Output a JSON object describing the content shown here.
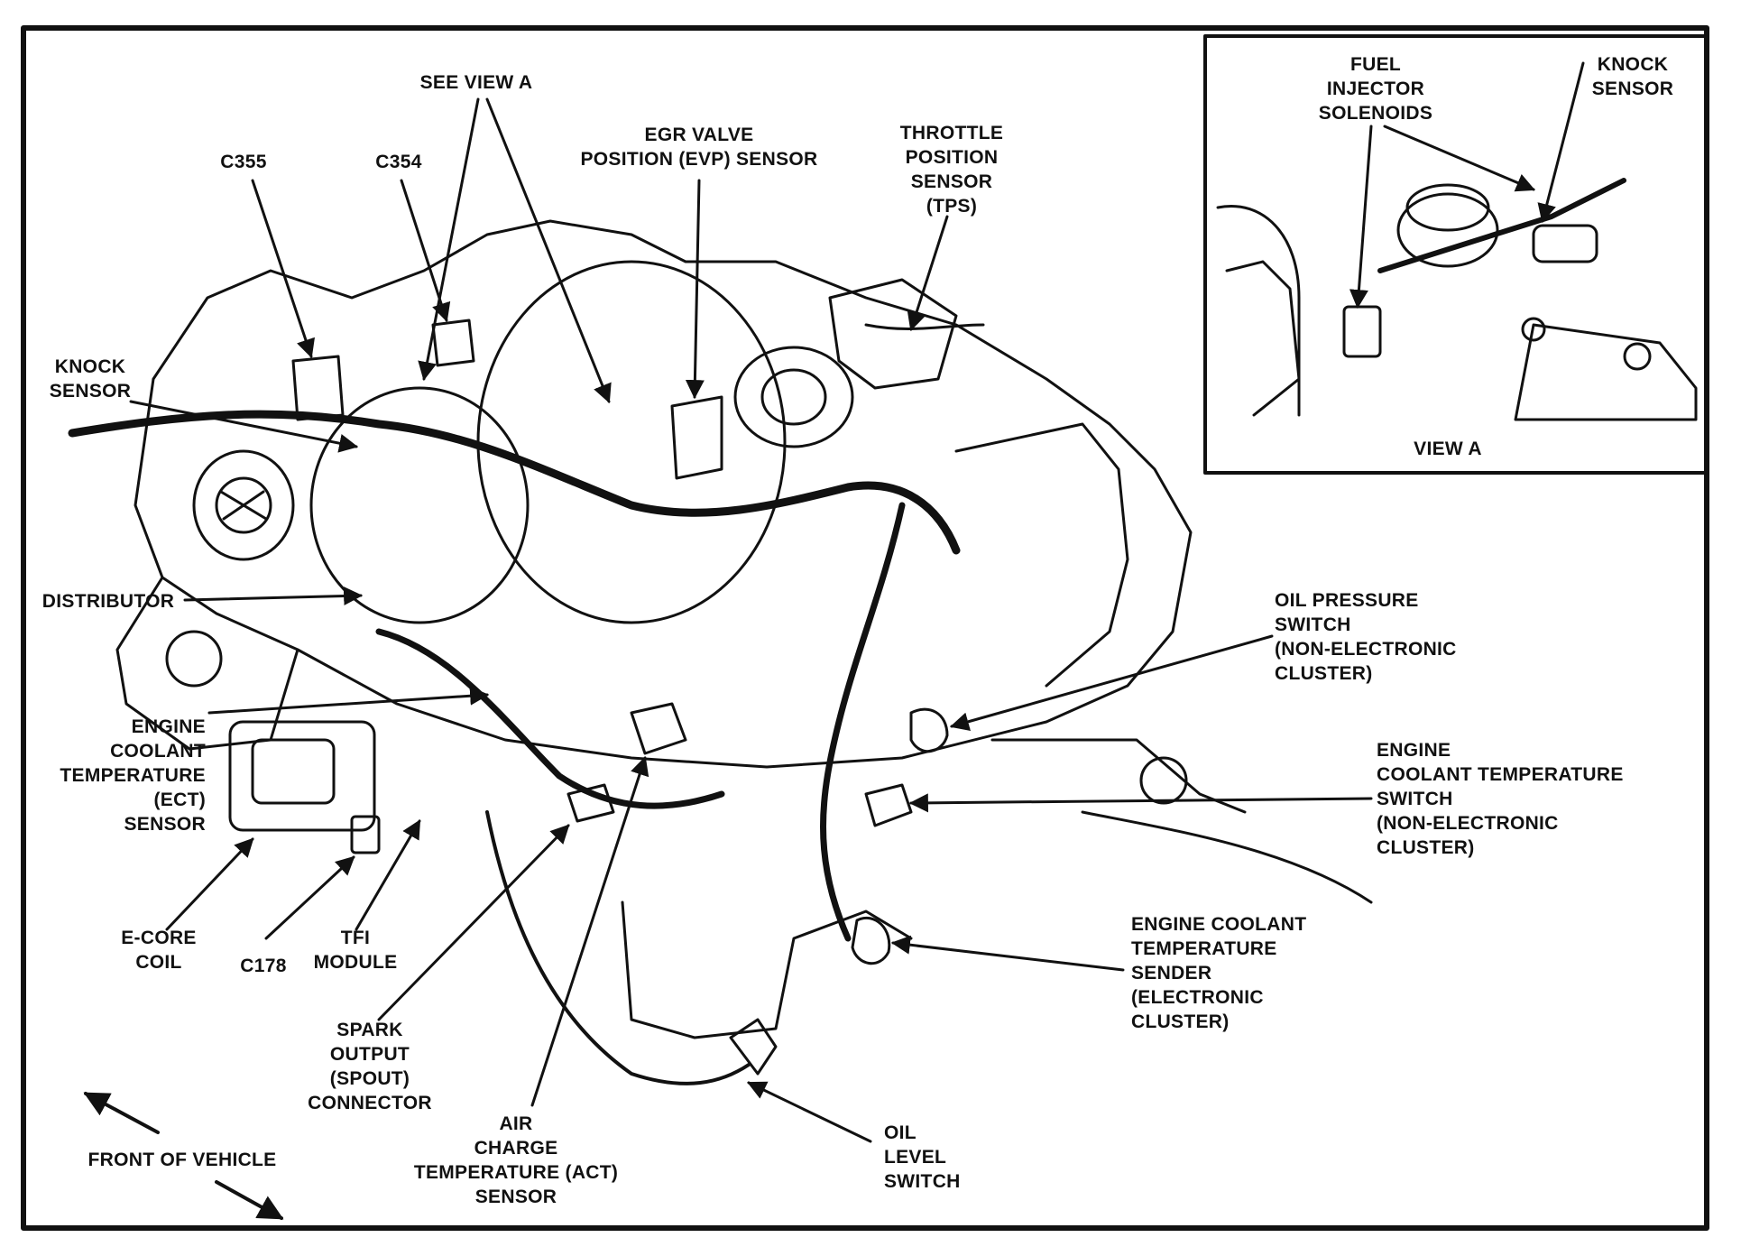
{
  "labels": {
    "see_view_a": [
      "SEE VIEW A"
    ],
    "c355": [
      "C355"
    ],
    "c354": [
      "C354"
    ],
    "evp_sensor": [
      "EGR VALVE",
      "POSITION (EVP) SENSOR"
    ],
    "tps": [
      "THROTTLE",
      "POSITION",
      "SENSOR",
      "(TPS)"
    ],
    "knock_sensor_main": [
      "KNOCK",
      "SENSOR"
    ],
    "distributor": [
      "DISTRIBUTOR"
    ],
    "ect_sensor": [
      "ENGINE",
      "COOLANT",
      "TEMPERATURE",
      "(ECT)",
      "SENSOR"
    ],
    "ecore_coil": [
      "E-CORE",
      "COIL"
    ],
    "c178": [
      "C178"
    ],
    "tfi_module": [
      "TFI",
      "MODULE"
    ],
    "spout_connector": [
      "SPARK",
      "OUTPUT",
      "(SPOUT)",
      "CONNECTOR"
    ],
    "act_sensor": [
      "AIR",
      "CHARGE",
      "TEMPERATURE (ACT)",
      "SENSOR"
    ],
    "oil_level_switch": [
      "OIL",
      "LEVEL",
      "SWITCH"
    ],
    "coolant_temp_sender": [
      "ENGINE COOLANT",
      "TEMPERATURE",
      "SENDER",
      "(ELECTRONIC",
      "CLUSTER)"
    ],
    "coolant_temp_switch": [
      "ENGINE",
      "COOLANT TEMPERATURE",
      "SWITCH",
      "(NON-ELECTRONIC",
      "CLUSTER)"
    ],
    "oil_pressure_switch": [
      "OIL PRESSURE",
      "SWITCH",
      "(NON-ELECTRONIC",
      "CLUSTER)"
    ],
    "front_of_vehicle": [
      "FRONT OF VEHICLE"
    ],
    "fuel_injector_solenoids": [
      "FUEL",
      "INJECTOR",
      "SOLENOIDS"
    ],
    "knock_sensor_inset": [
      "KNOCK",
      "SENSOR"
    ],
    "view_a": [
      "VIEW A"
    ]
  },
  "colors": {
    "ink": "#111111",
    "paper": "#ffffff"
  }
}
